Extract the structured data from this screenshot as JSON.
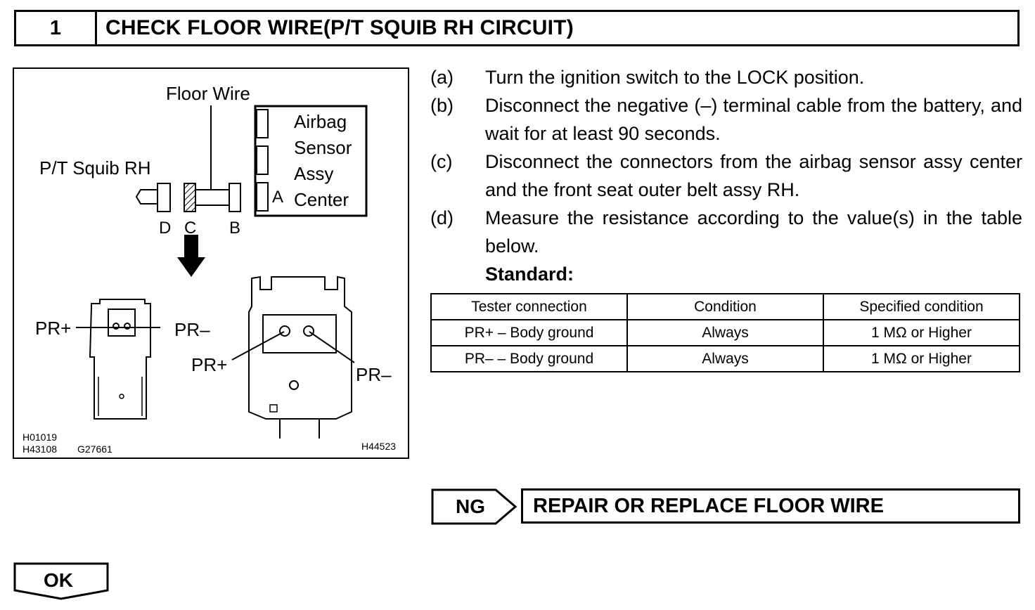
{
  "header": {
    "number": "1",
    "title": "CHECK FLOOR WIRE(P/T SQUIB RH CIRCUIT)"
  },
  "figure": {
    "floor_wire": "Floor Wire",
    "airbag_lines": [
      "Airbag",
      "Sensor",
      "Assy",
      "Center"
    ],
    "pt_squib": "P/T Squib RH",
    "terminal_a": "A",
    "terminal_b": "B",
    "terminal_c": "C",
    "terminal_d": "D",
    "pr_plus": "PR+",
    "pr_minus": "PR–",
    "code1": "H01019",
    "code2": "H43108",
    "code3": "G27661",
    "code4": "H44523"
  },
  "steps": [
    {
      "label": "(a)",
      "text": "Turn the ignition switch to the LOCK position."
    },
    {
      "label": "(b)",
      "text": "Disconnect the negative (–) terminal cable from the battery, and wait for at least 90 seconds."
    },
    {
      "label": "(c)",
      "text": "Disconnect the connectors from the airbag sensor assy center and the front seat outer belt assy RH."
    },
    {
      "label": "(d)",
      "text": "Measure the resistance according to the value(s) in the table below."
    }
  ],
  "standard_label": "Standard:",
  "table": {
    "headers": [
      "Tester connection",
      "Condition",
      "Specified condition"
    ],
    "rows": [
      [
        "PR+ – Body ground",
        "Always",
        "1 MΩ or Higher"
      ],
      [
        "PR– – Body ground",
        "Always",
        "1 MΩ or Higher"
      ]
    ]
  },
  "ng": {
    "label": "NG",
    "action": "REPAIR OR REPLACE FLOOR WIRE"
  },
  "ok": {
    "label": "OK"
  }
}
